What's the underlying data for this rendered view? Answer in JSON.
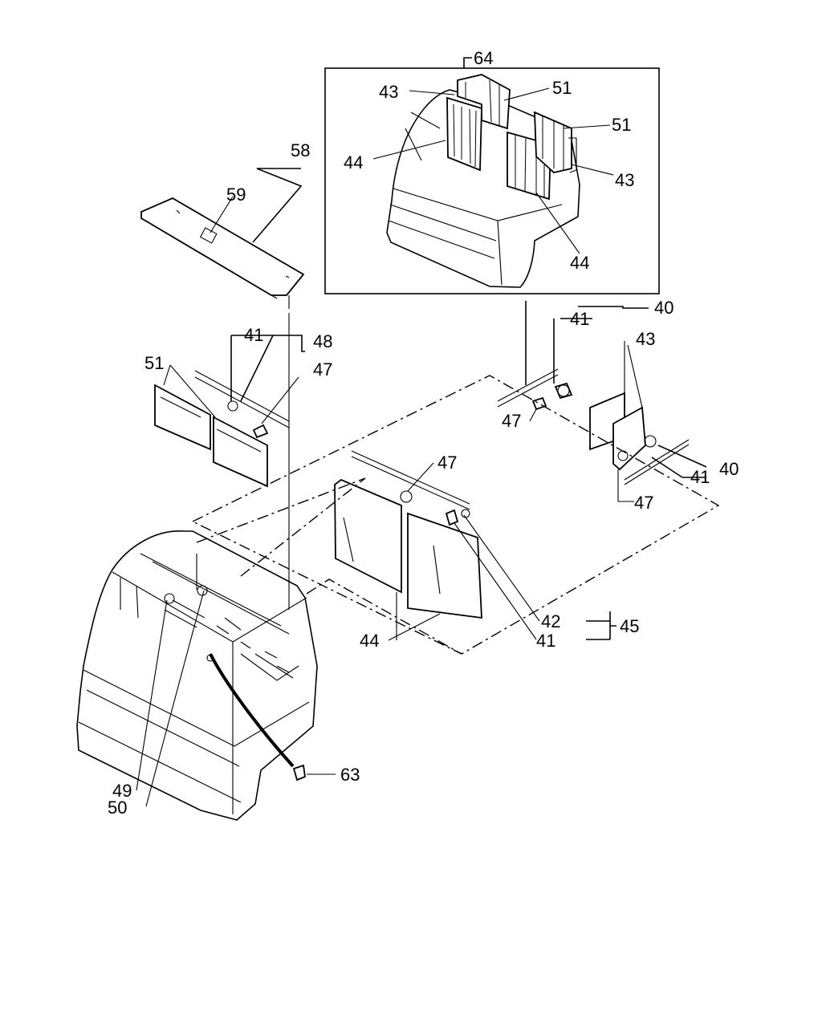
{
  "callouts": {
    "c64": "64",
    "c43a": "43",
    "c51a": "51",
    "c51b": "51",
    "c44a": "44",
    "c43b": "43",
    "c44b": "44",
    "c58": "58",
    "c59": "59",
    "c40a": "40",
    "c41a": "41",
    "c43c": "43",
    "c41b": "41",
    "c48": "48",
    "c51c": "51",
    "c47a": "47",
    "c47b": "47",
    "c41c": "41",
    "c40b": "40",
    "c47c": "47",
    "c47d": "47",
    "c42": "42",
    "c45": "45",
    "c41d": "41",
    "c44c": "44",
    "c63": "63",
    "c49": "49",
    "c50": "50"
  }
}
